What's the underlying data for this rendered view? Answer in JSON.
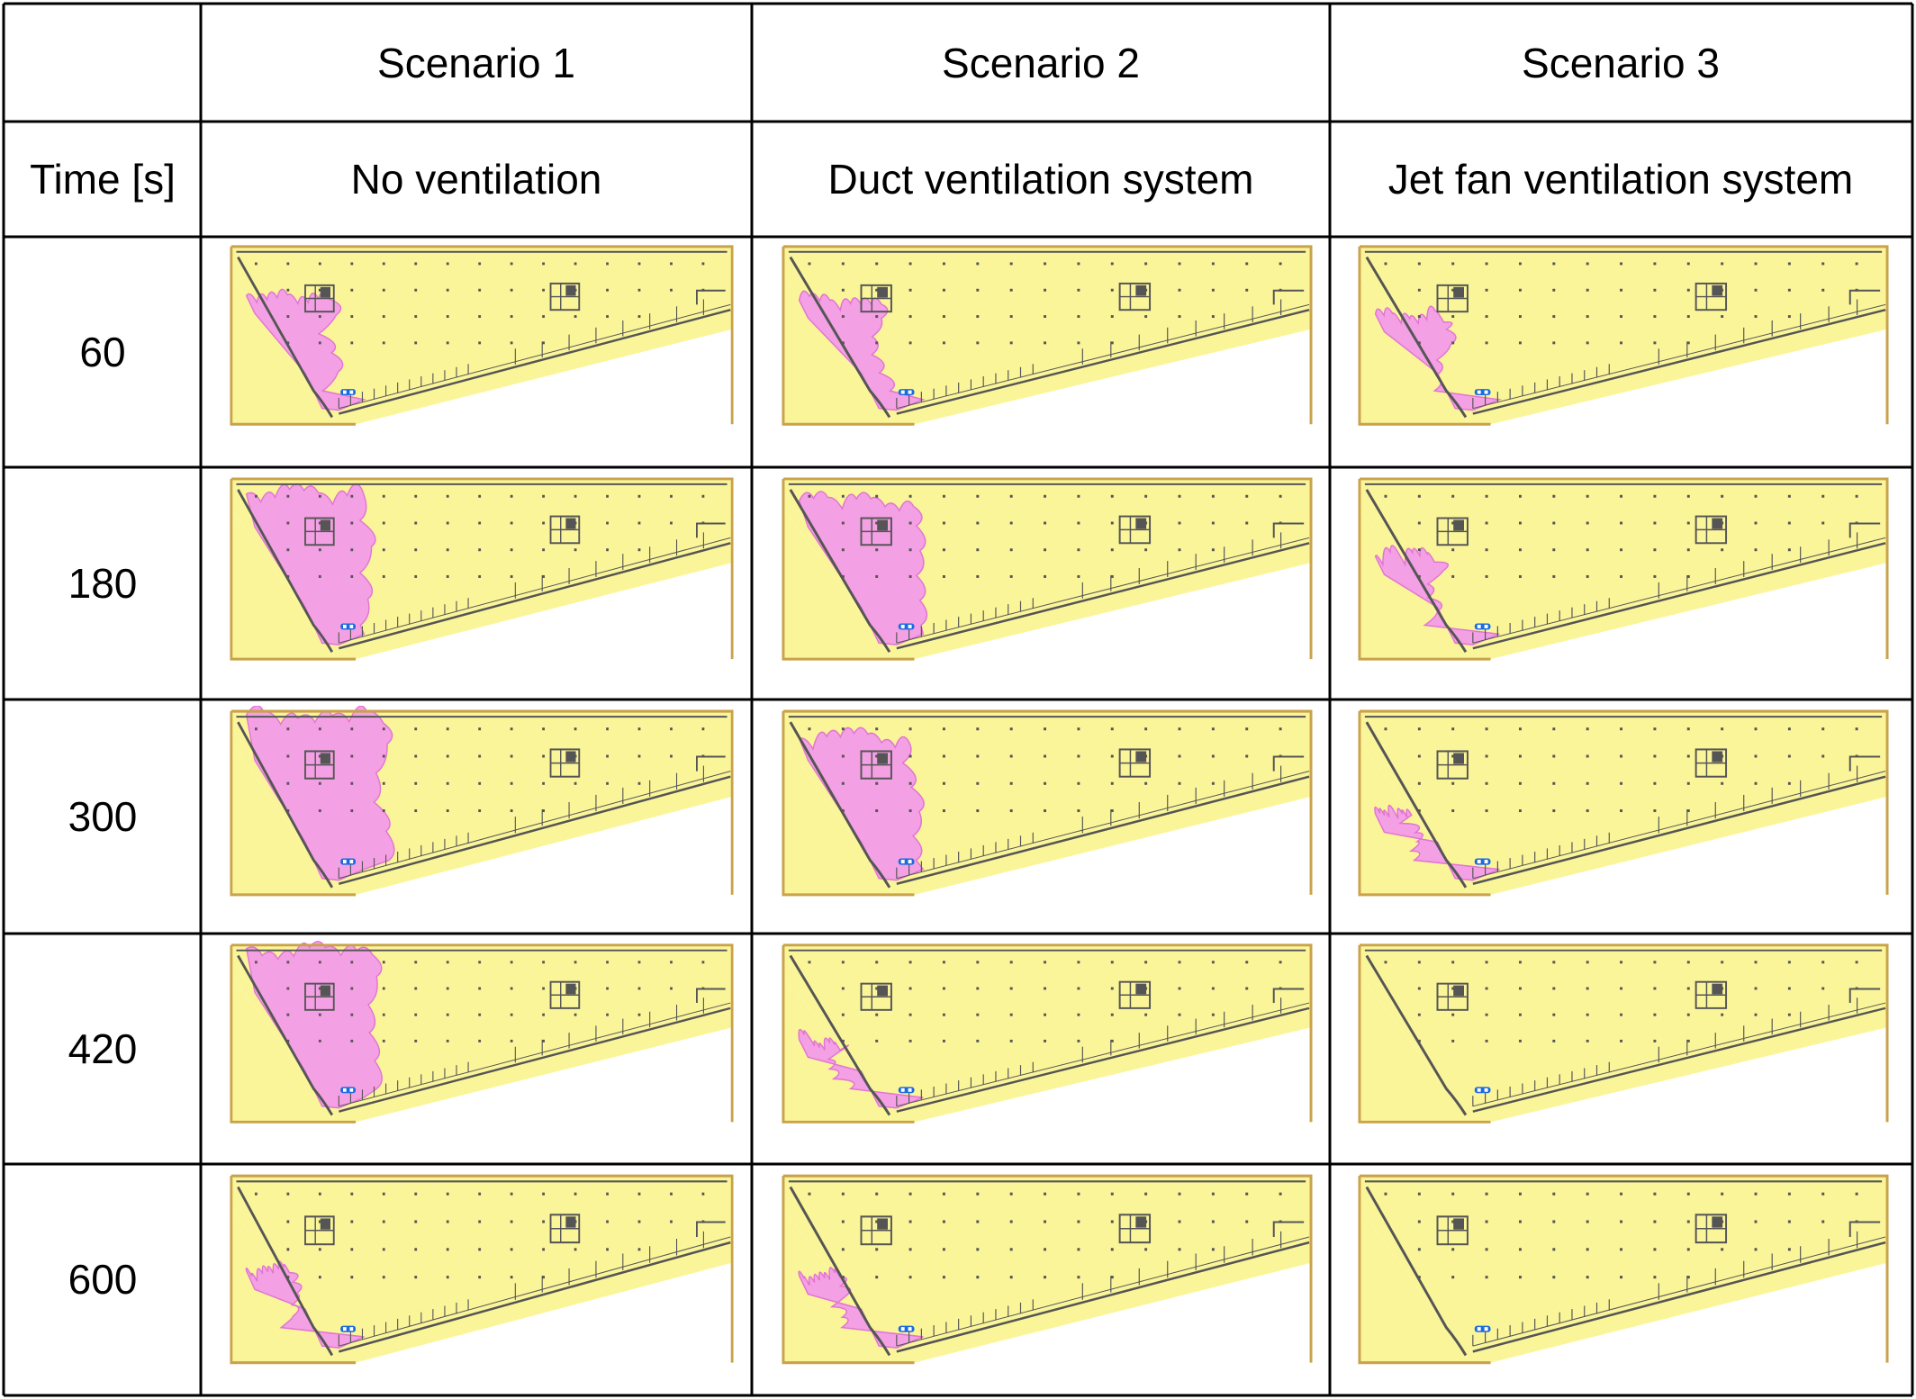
{
  "table": {
    "header_row": {
      "corner": "",
      "scenarios": [
        "Scenario 1",
        "Scenario 2",
        "Scenario 3"
      ]
    },
    "subheader_row": {
      "time_label": "Time [s]",
      "scenario_names": [
        "No ventilation",
        "Duct ventilation system",
        "Jet fan ventilation system"
      ]
    },
    "rows": [
      {
        "time": "60",
        "smoke": [
          0.3,
          0.28,
          0.22
        ]
      },
      {
        "time": "180",
        "smoke": [
          0.45,
          0.42,
          0.18
        ]
      },
      {
        "time": "300",
        "smoke": [
          0.55,
          0.4,
          0.08
        ]
      },
      {
        "time": "420",
        "smoke": [
          0.5,
          0.1,
          0.0
        ]
      },
      {
        "time": "600",
        "smoke": [
          0.12,
          0.1,
          0.0
        ]
      }
    ]
  },
  "colors": {
    "floor": "#fbf59a",
    "smoke": "#f39ce8",
    "smoke_edge": "#e06fd6",
    "walls": "#555555",
    "frame": "#c9a24a",
    "car": "#1a6be0",
    "grid_line": "#000000"
  },
  "icons": {
    "car": "car-icon"
  }
}
